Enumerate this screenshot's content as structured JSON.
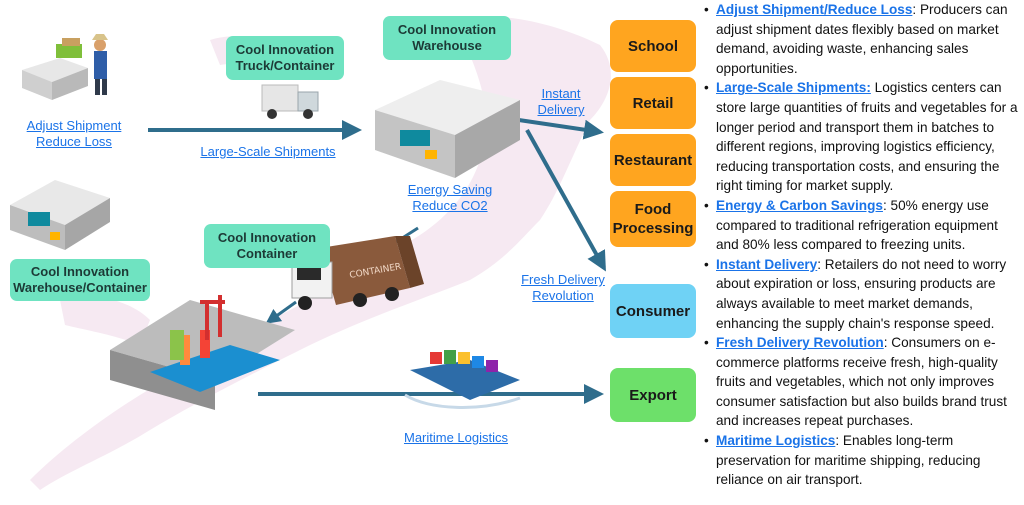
{
  "colors": {
    "arrow": "#2f6d8c",
    "pill": "#6fe3c1",
    "school": "#ffa51f",
    "consumer": "#6fd2f5",
    "export": "#6de06a",
    "link": "#1a73e8"
  },
  "pills": {
    "truck_container": "Cool Innovation Truck/Container",
    "warehouse_top": "Cool Innovation Warehouse",
    "container_mid": "Cool Innovation Container",
    "warehouse_container": "Cool Innovation Warehouse/Container"
  },
  "links": {
    "adjust_shipment": "Adjust Shipment Reduce Loss",
    "large_scale": "Large-Scale Shipments",
    "energy_saving": "Energy Saving Reduce CO2",
    "instant_delivery": "Instant Delivery",
    "fresh_delivery": "Fresh Delivery Revolution",
    "maritime": "Maritime Logistics"
  },
  "images": {
    "farmer": "farmer-with-produce-icon",
    "warehouse_left": "warehouse-left-icon",
    "truck": "truck-icon",
    "warehouse_center": "warehouse-center-icon",
    "container_truck": "container-truck-icon",
    "port": "port-crane-icon",
    "ship": "cargo-ship-icon",
    "container_text": "CONTAINER"
  },
  "destinations": {
    "school": "School",
    "retail": "Retail",
    "restaurant": "Restaurant",
    "food_processing": "Food Processing",
    "consumer": "Consumer",
    "export": "Export"
  },
  "notes": [
    {
      "title": "Adjust Shipment/Reduce Loss",
      "text": ": Producers can adjust shipment dates flexibly based on market demand, avoiding waste, enhancing sales opportunities."
    },
    {
      "title": "Large-Scale Shipments:",
      "text": " Logistics centers can store large quantities of fruits and vegetables for a longer period and transport them in batches to different regions, improving logistics efficiency, reducing transportation costs, and ensuring the right timing for market supply."
    },
    {
      "title": "Energy & Carbon Savings",
      "text": ": 50% energy use compared to traditional refrigeration equipment and 80% less compared to freezing units."
    },
    {
      "title": "Instant Delivery",
      "text": ": Retailers do not need to worry about expiration or loss, ensuring products are always available to meet market demands, enhancing the supply chain's response speed."
    },
    {
      "title": "Fresh Delivery Revolution",
      "text": ": Consumers on e-commerce platforms receive fresh, high-quality fruits and vegetables, which not only improves consumer satisfaction but also builds brand trust and increases repeat purchases."
    },
    {
      "title": "Maritime Logistics",
      "text": ": Enables long-term preservation for maritime shipping, reducing reliance on air transport."
    }
  ]
}
